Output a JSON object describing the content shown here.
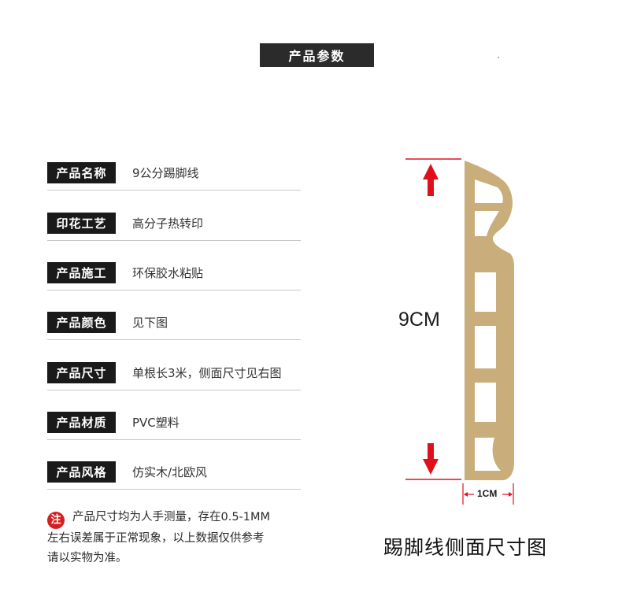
{
  "header": {
    "title": "产品参数"
  },
  "params": [
    {
      "label": "产品名称",
      "value": "9公分踢脚线"
    },
    {
      "label": "印花工艺",
      "value": "高分子热转印"
    },
    {
      "label": "产品施工",
      "value": "环保胶水粘贴"
    },
    {
      "label": "产品颜色",
      "value": "见下图"
    },
    {
      "label": "产品尺寸",
      "value": "单根长3米，侧面尺寸见右图"
    },
    {
      "label": "产品材质",
      "value": "PVC塑料"
    },
    {
      "label": "产品风格",
      "value": "仿实木/北欧风"
    }
  ],
  "note": {
    "icon": "注",
    "line1": "产品尺寸均为人手测量，存在0.5-1MM",
    "line2": "左右误差属于正常现象，以上数据仅供参考",
    "line3": "请以实物为准。"
  },
  "diagram": {
    "height_label": "9CM",
    "width_label": "1CM",
    "caption": "踢脚线侧面尺寸图",
    "colors": {
      "profile": "#c9ae7c",
      "arrow": "#e0101a",
      "dimension_line": "#e0101a"
    }
  }
}
